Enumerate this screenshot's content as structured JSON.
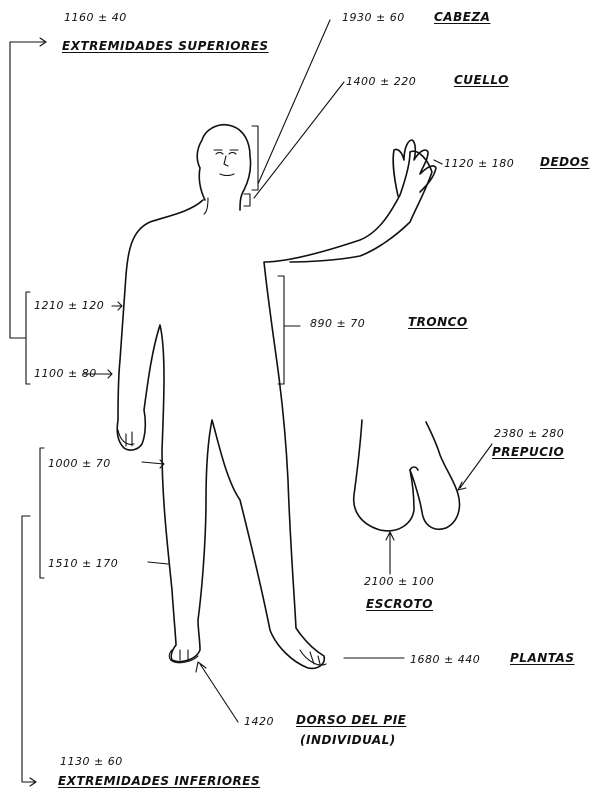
{
  "regions": {
    "extremidades_superiores": {
      "value": "1160 ± 40",
      "name": "EXTREMIDADES SUPERIORES"
    },
    "cabeza": {
      "value": "1930 ± 60",
      "name": "CABEZA"
    },
    "cuello": {
      "value": "1400 ± 220",
      "name": "CUELLO"
    },
    "dedos": {
      "value": "1120 ± 180",
      "name": "DEDOS"
    },
    "arm_upper": {
      "value": "1210 ± 120"
    },
    "arm_lower": {
      "value": "1100 ± 80"
    },
    "tronco": {
      "value": "890 ± 70",
      "name": "TRONCO"
    },
    "prepucio": {
      "value": "2380 ± 280",
      "name": "PREPUCIO"
    },
    "leg_upper": {
      "value": "1000 ± 70"
    },
    "leg_lower": {
      "value": "1510 ± 170"
    },
    "escroto": {
      "value": "2100 ± 100",
      "name": "ESCROTO"
    },
    "plantas": {
      "value": "1680 ± 440",
      "name": "PLANTAS"
    },
    "dorso_del_pie": {
      "value": "1420",
      "name": "DORSO DEL PIE",
      "note": "(INDIVIDUAL)"
    },
    "extremidades_inferiores": {
      "value": "1130 ± 60",
      "name": "EXTREMIDADES INFERIORES"
    }
  }
}
